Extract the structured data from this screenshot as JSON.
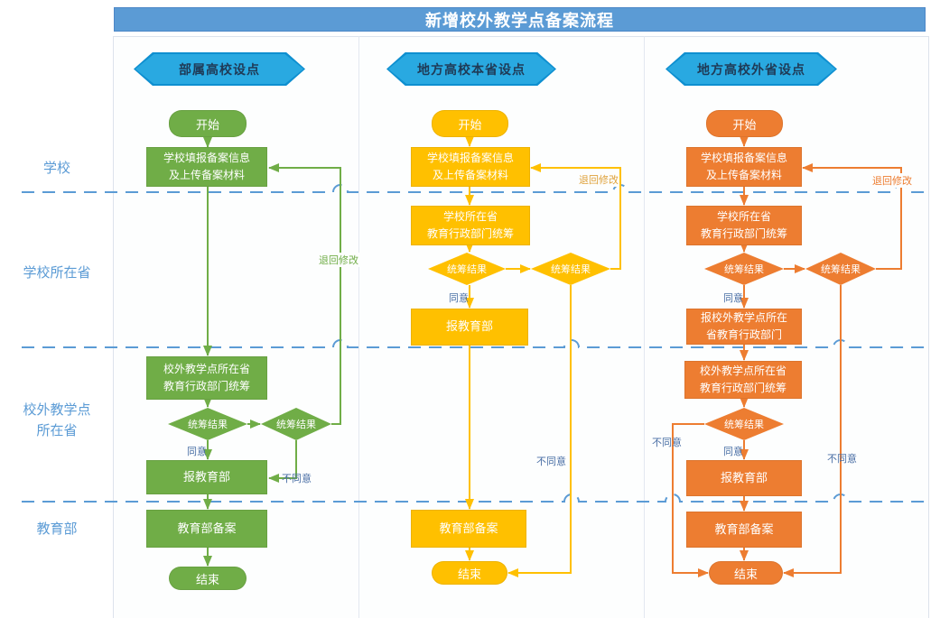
{
  "title": "新增校外教学点备案流程",
  "lanes": [
    {
      "label": "学校"
    },
    {
      "label": "学校所在省"
    },
    {
      "label": "校外教学点\n所在省"
    },
    {
      "label": "教育部"
    }
  ],
  "edge_labels": {
    "agree": "同意",
    "disagree": "不同意",
    "return_fix": "退回修改"
  },
  "columns": [
    {
      "header": "部属高校设点",
      "color": "#70AD47",
      "nodes": {
        "start": "开始",
        "fill": "学校填报备案信息\n及上传备案材料",
        "coordinate": "校外教学点所在省\n教育行政部门统筹",
        "result1": "统筹结果",
        "result2": "统筹结果",
        "report": "报教育部",
        "filing": "教育部备案",
        "end": "结束"
      }
    },
    {
      "header": "地方高校本省设点",
      "color": "#FFC000",
      "nodes": {
        "start": "开始",
        "fill": "学校填报备案信息\n及上传备案材料",
        "province": "学校所在省\n教育行政部门统筹",
        "result1": "统筹结果",
        "result2": "统筹结果",
        "report": "报教育部",
        "filing": "教育部备案",
        "end": "结束"
      }
    },
    {
      "header": "地方高校外省设点",
      "color": "#ED7D31",
      "nodes": {
        "start": "开始",
        "fill": "学校填报备案信息\n及上传备案材料",
        "province": "学校所在省\n教育行政部门统筹",
        "result1": "统筹结果",
        "result2": "统筹结果",
        "report_dest": "报校外教学点所在\n省教育行政部门",
        "coordinate": "校外教学点所在省\n教育行政部门统筹",
        "result3": "统筹结果",
        "report": "报教育部",
        "filing": "教育部备案",
        "end": "结束"
      }
    }
  ],
  "colors": {
    "title_bar": "#5B9BD5",
    "hexagon_fill": "#29A9E1",
    "hexagon_border": "#0E8FD0",
    "lane_label": "#5B9BD5",
    "lane_divider": "#5B9BD5",
    "green": "#70AD47",
    "yellow": "#FFC000",
    "orange": "#ED7D31",
    "edge_label_blue": "#4A6FA5"
  }
}
